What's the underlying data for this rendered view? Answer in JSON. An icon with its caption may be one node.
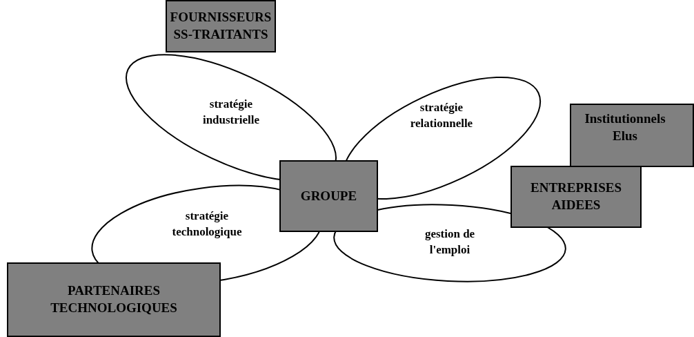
{
  "diagram": {
    "nodes": [
      {
        "text": [
          "FOURNISSEURS SS-TRAITANTS"
        ]
      },
      {
        "text": [
          "stratégie industrielle"
        ]
      },
      {
        "text": [
          "Institutionnels Elus"
        ]
      },
      {
        "text": [
          "stratégie relationnelle"
        ]
      },
      {
        "text": [
          "GROUPE"
        ]
      },
      {
        "text": [
          "ENTREPRISES AIDEES"
        ]
      },
      {
        "text": [
          "stratégie technologique"
        ]
      },
      {
        "text": [
          "gestion de l'emploi"
        ]
      },
      {
        "text": [
          "PARTENAIRES TECHNOLOGIQUES"
        ]
      }
    ]
  }
}
